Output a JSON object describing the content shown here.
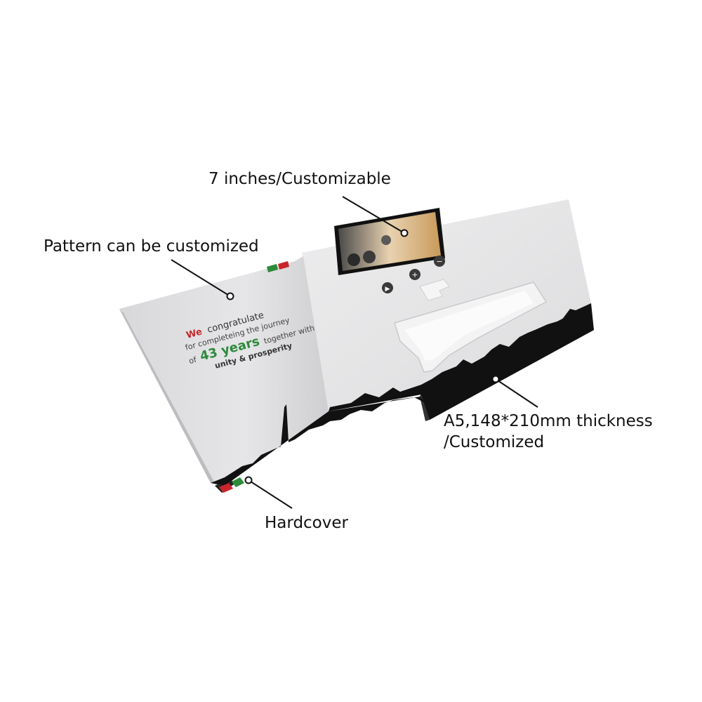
{
  "callouts": {
    "screen": "7 inches/Customizable",
    "pattern": "Pattern can be customized",
    "size_line1": "A5,148*210mm thickness",
    "size_line2": "/Customized",
    "hardcover": "Hardcover"
  },
  "card_message": {
    "we": "We",
    "line1": "congratulate",
    "line2": "for completeing the journey",
    "line3_pre": "of",
    "line3_big": "43 years",
    "line3_post": "together with",
    "line4": "unity & prosperity"
  },
  "buttons": {
    "play": "▶",
    "plus": "+",
    "minus": "−"
  },
  "colors": {
    "accent_red": "#c8262c",
    "accent_green": "#2d8a3a",
    "ink": "#111111",
    "panel": "#e4e4e6"
  }
}
